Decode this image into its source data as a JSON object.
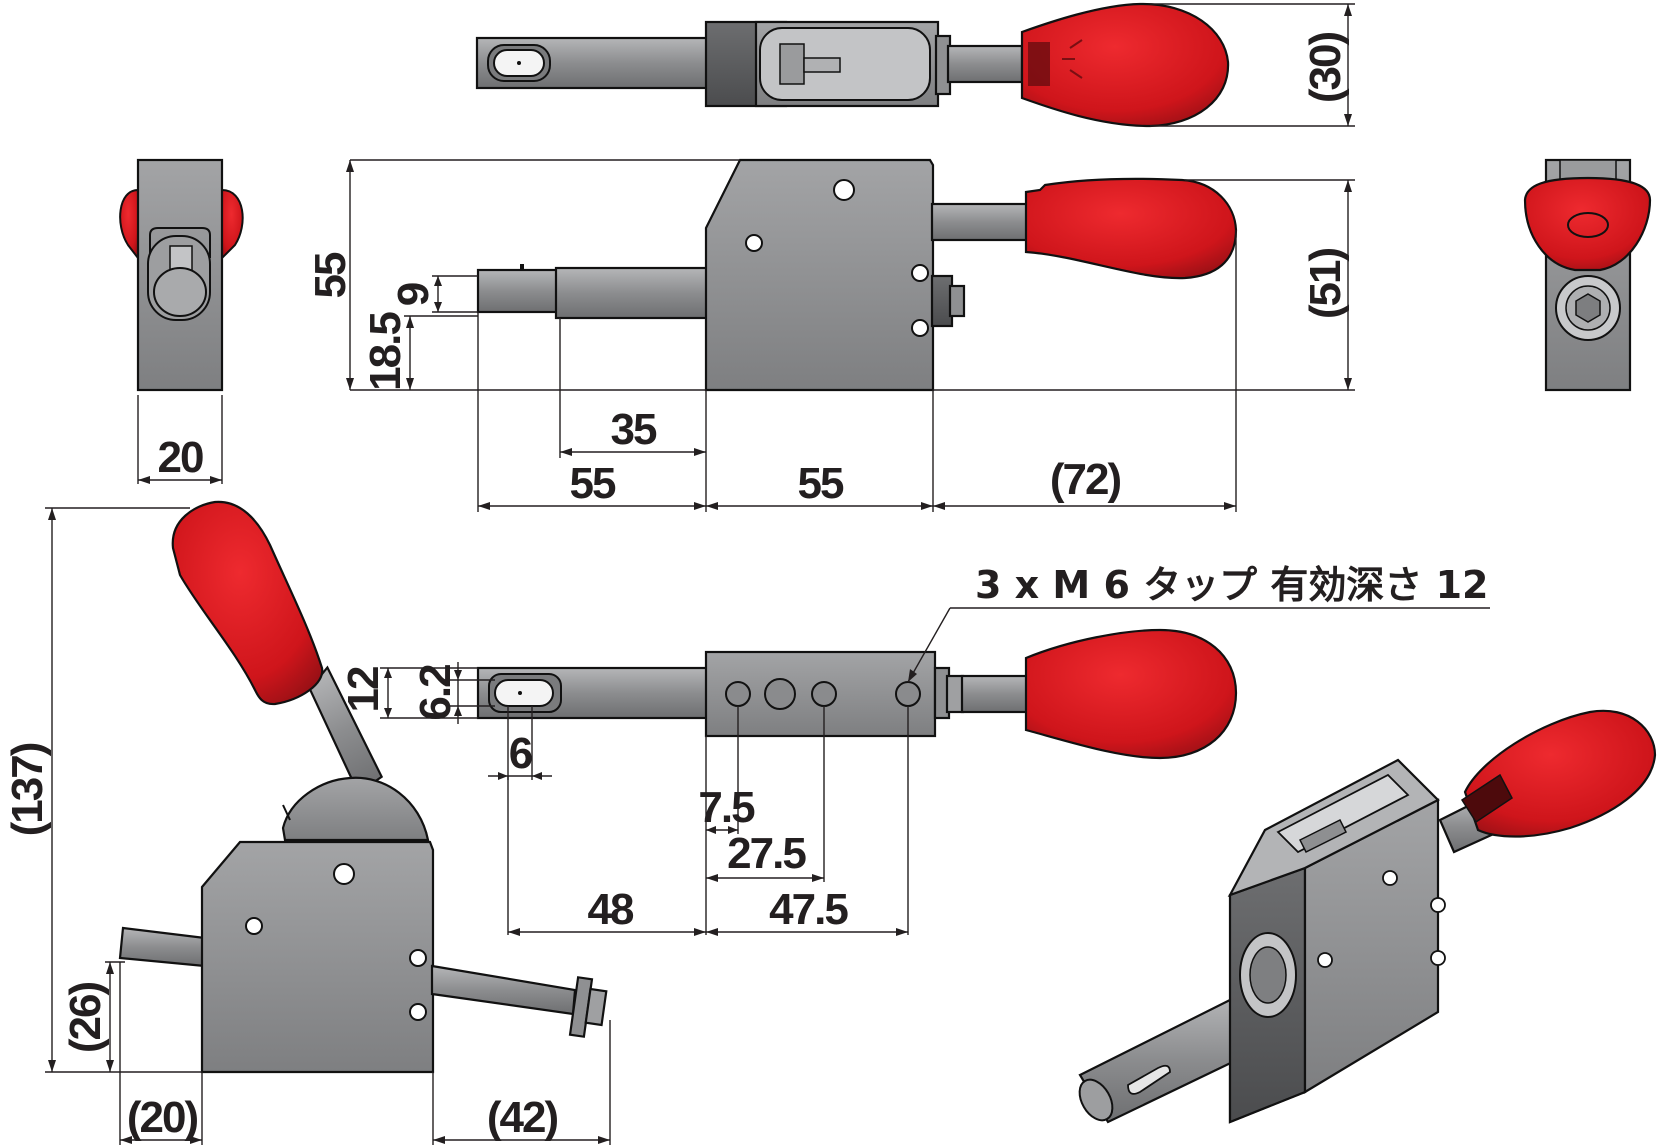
{
  "colors": {
    "body_gray": "#8a8b8d",
    "body_gray_light": "#a7a8aa",
    "body_gray_dark": "#5e5f61",
    "knob_red": "#d4161c",
    "knob_red_dark": "#9e1016",
    "dimension_line": "#231f20"
  },
  "icons": {
    "knob": "red-lever-knob-icon",
    "hex_socket": "hex-socket-bolt-icon",
    "tap_hole": "tapped-hole-icon"
  },
  "dimensions": {
    "top_view": {
      "height": "(30)"
    },
    "front_view": {
      "total_height": "55",
      "pin_diameter": "9",
      "pin_center_height": "18.5",
      "shoulder_length": "35",
      "pin_length": "55",
      "body_length": "55",
      "handle_length": "(72)",
      "handle_height": "(51)"
    },
    "left_view": {
      "width": "20"
    },
    "lever_view": {
      "total_height": "(137)",
      "pin_height": "(26)",
      "pin_protrusion": "(20)",
      "rear_protrusion": "(42)"
    },
    "bottom_view": {
      "pin_width": "12",
      "slot_width": "6.2",
      "slot_length": "6",
      "first_hole": "7.5",
      "second_hole": "27.5",
      "slot_to_body": "48",
      "third_hole": "47.5",
      "tap_note": "3 x M 6 タップ 有効深さ 12"
    }
  }
}
